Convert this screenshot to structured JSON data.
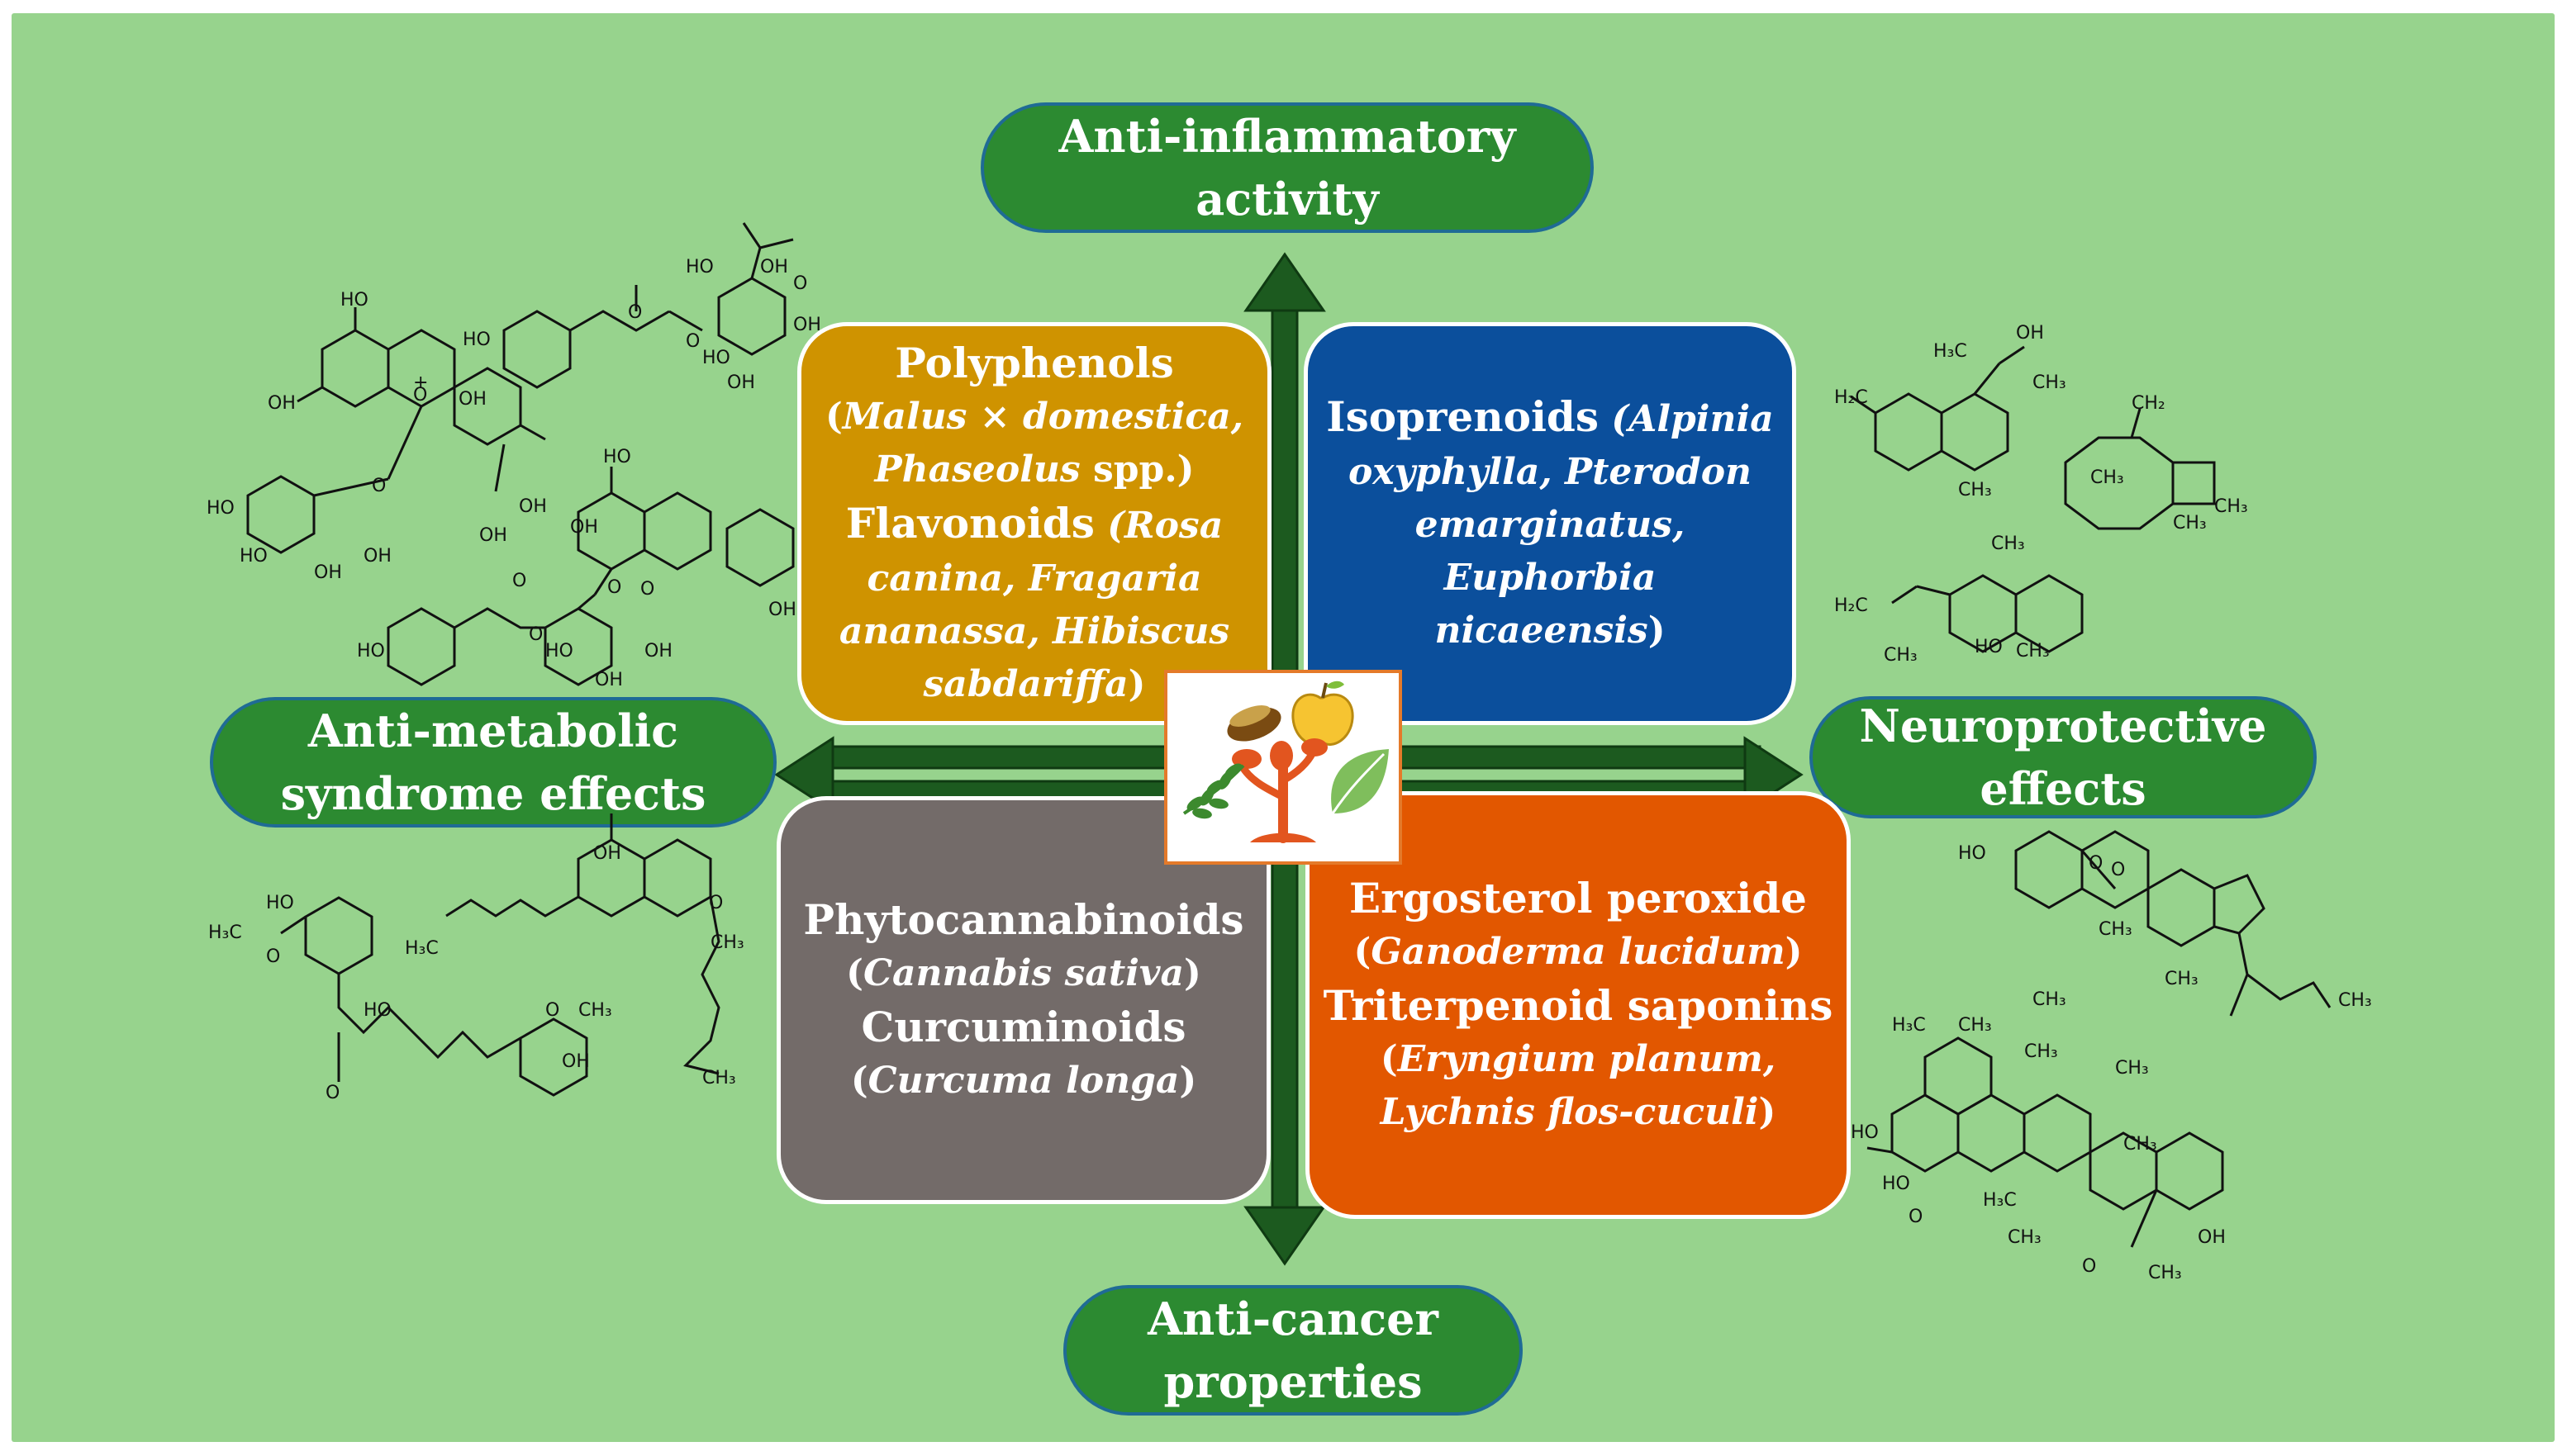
{
  "effects": {
    "top": [
      "Anti-inflammatory",
      "activity"
    ],
    "left": [
      "Anti-metabolic",
      "syndrome effects"
    ],
    "right": [
      "Neuroprotective",
      "effects"
    ],
    "bottom": [
      "Anti-cancer",
      "properties"
    ]
  },
  "boxes": {
    "polyphenols": {
      "color": "#cf9300",
      "title1": "Polyphenols",
      "sp1a": "Malus × domestica,",
      "sp1b": "Phaseolus",
      "sp1c": " spp.)",
      "title2": "Flavonoids",
      "sp2a": "Rosa",
      "sp2b": "canina, Fragaria",
      "sp2c": "ananassa, Hibiscus",
      "sp2d": "sabdariffa"
    },
    "isoprenoids": {
      "color": "#0b4f9c",
      "title": "Isoprenoids",
      "sp1": "Alpinia",
      "sp2": "oxyphylla, Pterodon",
      "sp3": "emarginatus, Euphorbia",
      "sp4": "nicaeensis"
    },
    "cannabinoids": {
      "color": "#736b69",
      "title1": "Phytocannabinoids",
      "sp1": "Cannabis sativa",
      "title2": "Curcuminoids",
      "sp2": "Curcuma longa"
    },
    "ergosterol": {
      "color": "#e25700",
      "title1": "Ergosterol peroxide",
      "sp1": "Ganoderma lucidum",
      "title2": "Triterpenoid saponins",
      "sp2a": "Eryngium planum,",
      "sp2b": "Lychnis flos-cuculi"
    }
  },
  "molecule_labels": {
    "topleft": [
      "HO",
      "OH",
      "O",
      "+",
      "OH",
      "OH",
      "HO",
      "HO",
      "OH",
      "OH",
      "O",
      "HO",
      "OH",
      "HO",
      "O",
      "O",
      "OH",
      "OH",
      "OH",
      "HO",
      "O",
      "HO",
      "OH",
      "O",
      "OH",
      "HO",
      "HO",
      "OH",
      "OH",
      "O",
      "O",
      "O"
    ],
    "topright": [
      "H₃C",
      "OH",
      "CH₃",
      "H₂C",
      "CH₃",
      "CH₂",
      "CH₃",
      "CH₃",
      "CH₃",
      "CH₃",
      "H₂C",
      "CH₃",
      "HO",
      "CH₃"
    ],
    "bottomleft": [
      "HO",
      "H₃C",
      "O",
      "HO",
      "O",
      "O",
      "CH₃",
      "OH",
      "OH",
      "H₃C",
      "O",
      "CH₃",
      "CH₃"
    ],
    "bottomright": [
      "HO",
      "O",
      "O",
      "CH₃",
      "CH₃",
      "CH₃",
      "CH₃",
      "CH₃",
      "CH₃",
      "H₃C",
      "CH₃",
      "HO",
      "O",
      "HO",
      "CH₃",
      "H₃C",
      "CH₃",
      "OH",
      "O",
      "CH₃"
    ]
  },
  "colors": {
    "background": "#97d38d",
    "pill": "#2c8a31",
    "pill_border": "#1f6b95",
    "arrow": "#1c5a1f"
  }
}
